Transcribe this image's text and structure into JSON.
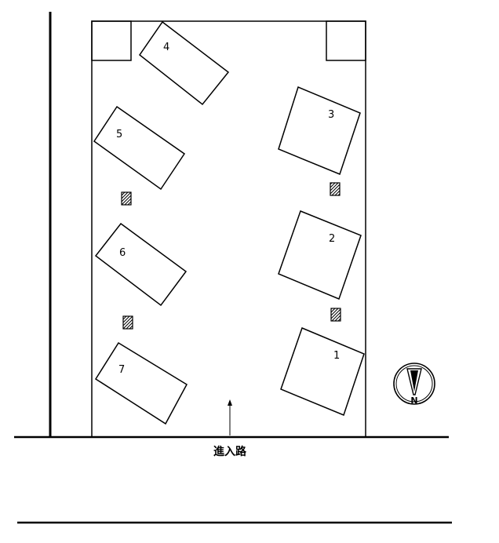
{
  "parking_spaces": [
    {
      "number": "1"
    },
    {
      "number": "2"
    },
    {
      "number": "3"
    },
    {
      "number": "4"
    },
    {
      "number": "5"
    },
    {
      "number": "6"
    },
    {
      "number": "7"
    }
  ],
  "entrance": {
    "label": "進入路"
  },
  "compass": {
    "letter": "N"
  },
  "colors": {
    "line": "#000000",
    "background": "#ffffff"
  }
}
